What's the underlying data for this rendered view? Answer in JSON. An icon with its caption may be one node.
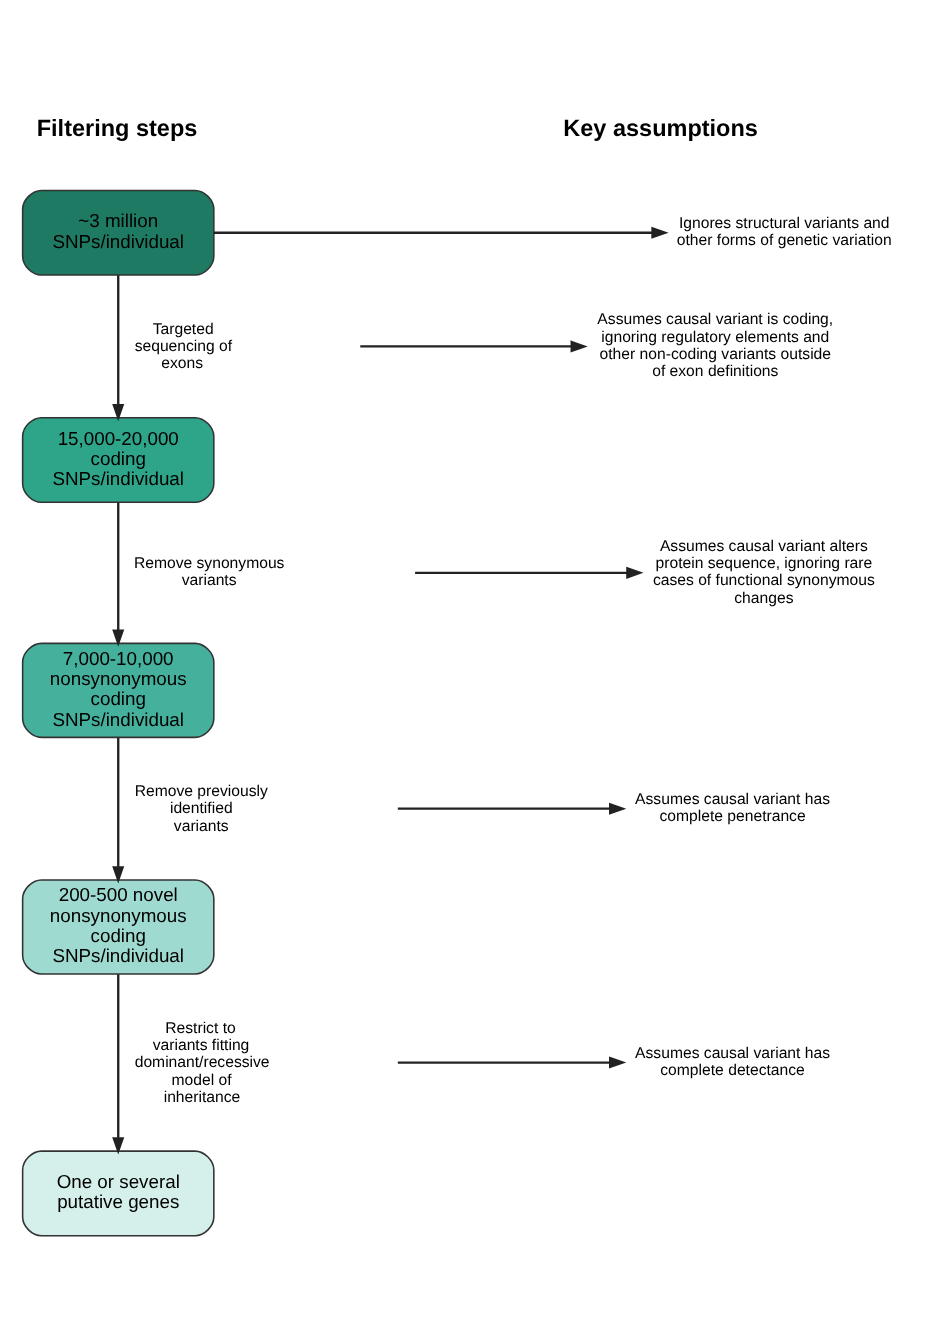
{
  "diagram": {
    "nodes": [
      {
        "text": [
          "~3 million SNPs/individual"
        ]
      },
      {
        "text": [
          "15,000-20,000 coding SNPs/individual"
        ]
      },
      {
        "text": [
          "7,000-10,000 nonsynonymous coding SNPs/individual"
        ]
      },
      {
        "text": [
          "200-500 novel nonsynonymous coding SNPs/individual"
        ]
      },
      {
        "text": [
          "One or several putative genes"
        ]
      },
      {
        "text": [
          "Ignores structural variants and other forms of genetic variation"
        ]
      },
      {
        "text": [
          "Assumes causal variant is coding, ignoring regulatory elements and other non-coding variants outside of exon definitions"
        ]
      },
      {
        "text": [
          "Assumes causal variant alters protein sequence, ignoring rare cases of functional synonymous changes"
        ]
      },
      {
        "text": [
          "Assumes causal variant has complete penetrance"
        ]
      },
      {
        "text": [
          "Assumes causal variant has complete detectance"
        ]
      }
    ],
    "edges": [
      {
        "from": 0,
        "to": 1,
        "arrow": "to",
        "label": "Targeted sequencing of exons"
      },
      {
        "from": 1,
        "to": 2,
        "arrow": "to",
        "label": "Remove synonymous variants"
      },
      {
        "from": 2,
        "to": 3,
        "arrow": "to",
        "label": "Remove previously identified variants"
      },
      {
        "from": 3,
        "to": 4,
        "arrow": "to",
        "label": "Restrict to variants fitting dominant/recessive model of inheritance"
      },
      {
        "from": 0,
        "to": 5,
        "arrow": "to"
      },
      {
        "from": null,
        "to": 6,
        "arrow": "to"
      },
      {
        "from": null,
        "to": 7,
        "arrow": "to"
      },
      {
        "from": null,
        "to": 8,
        "arrow": "to"
      },
      {
        "from": null,
        "to": 9,
        "arrow": "to"
      }
    ],
    "labels": [
      "Filtering steps",
      "Key assumptions"
    ]
  }
}
